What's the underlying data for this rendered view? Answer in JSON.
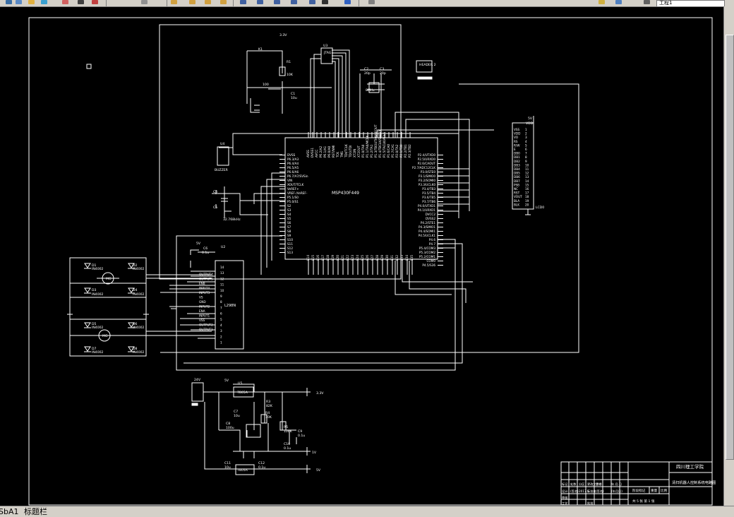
{
  "toolbar": {
    "layer_combo_value": "工程1",
    "icons": [
      "open-icon",
      "save-icon",
      "print-icon",
      "plot-icon",
      "cut-icon",
      "copy-icon",
      "paste-icon",
      "undo-icon",
      "redo-icon",
      "pan-icon",
      "zoom-icon",
      "zoom-window-icon",
      "zoom-prev-icon",
      "properties-icon",
      "design-center-icon",
      "tool-palette-icon",
      "calculator-icon",
      "help-icon",
      "layer-icon",
      "layer-state-icon",
      "match-properties-icon"
    ]
  },
  "layout_tabs": {
    "prefix": "Sb",
    "tab_a1": "A1",
    "tab_title": "标题栏"
  },
  "drawing": {
    "mcu": {
      "name": "MSP430F449",
      "left_pins": [
        "DVSS",
        "P6.3/A3",
        "P6.4/A4",
        "P6.5/A5",
        "P6.6/A6",
        "P6.7/A7/SVSin",
        "VIN",
        "XOUT/TCLK",
        "VeREF+",
        "VREF-/VeREF-",
        "P5.1/S0",
        "P5.0/S1",
        "S2",
        "S3",
        "S4",
        "S5",
        "S6",
        "S7",
        "S8",
        "S9",
        "S10",
        "S11",
        "S12",
        "S13"
      ],
      "right_pins": [
        "P2.4/UTXD0",
        "P2.5/URXD0",
        "P2.6/CAOUT",
        "P2.7/ADC12CLK",
        "P3.0/STE0",
        "P3.1/SIMO0",
        "P3.2/SOMI0",
        "P3.3/UCLK0",
        "P3.4/TB3",
        "P3.5/TB4",
        "P3.6/TB5",
        "P3.7/TB6",
        "P4.0/UTXD1",
        "P4.1/URXD1",
        "DVCC2",
        "DVSS2",
        "P4.2/STE1",
        "P4.3/SIMO1",
        "P4.4/SOMI1",
        "P4.5/UCLK1",
        "P4.6",
        "P4.7",
        "P5.4/COM3",
        "P5.3/COM2",
        "P5.2/COM1",
        "COM0",
        "P4.5/S36"
      ],
      "top_pins": [
        "AVSS",
        "DVSS1",
        "AVCC",
        "P6.2/A2",
        "P6.1/A1",
        "P6.0/A0",
        "RST/NMI",
        "TCK",
        "TMS",
        "TDI/TCLK",
        "TDO/TDI",
        "XT2IN",
        "XT2OUT",
        "P1.0/TA0",
        "P1.1/TA0/MCLK",
        "P1.2/TA1",
        "P1.3/TBOUTH/SVSOUT",
        "P1.4/TBCLK/SMCLK",
        "P1.5/TACLK/ACLK",
        "P1.6/CA0",
        "P1.7/CA1",
        "P2.0/TA2",
        "P2.1/TB0",
        "P2.2/TB1",
        "P2.3/TB2"
      ],
      "bottom_pins": [
        "S14",
        "S15",
        "S16",
        "S17",
        "S18",
        "S19",
        "S20",
        "S21",
        "S22",
        "S23",
        "S24",
        "S25",
        "S26",
        "S27",
        "S28",
        "S29",
        "S30",
        "S31",
        "S32",
        "S33",
        "S34",
        "S35"
      ]
    },
    "driver": {
      "name": "L298N",
      "ref": "U2",
      "left_labels": [
        "OUTPUT4",
        "OUTPUT3",
        "ENB",
        "INPUT4",
        "INPUT3",
        "VS",
        "GND",
        "INPUT2",
        "ENA",
        "INPUT1",
        "VSS",
        "OUTPUT2",
        "OUTPUT1"
      ],
      "pin_numbers": [
        "14",
        "13",
        "12",
        "11",
        "10",
        "9",
        "8",
        "7",
        "6",
        "5",
        "4",
        "3",
        "2",
        "1"
      ]
    },
    "lcd": {
      "ref": "LCD0",
      "vdd": "5V",
      "vdd_label": "VDD",
      "pins": [
        "VSS",
        "VDD",
        "VO",
        "RS",
        "R/W",
        "E",
        "DB0",
        "DB1",
        "DB2",
        "DB3",
        "DB4",
        "DB5",
        "DB6",
        "DB7",
        "PSB",
        "NC",
        "RST",
        "VOUT",
        "BLA",
        "BLK"
      ],
      "numbers": [
        "1",
        "2",
        "3",
        "4",
        "5",
        "6",
        "7",
        "8",
        "9",
        "10",
        "11",
        "12",
        "13",
        "14",
        "15",
        "16",
        "17",
        "18",
        "19",
        "20"
      ]
    },
    "labels": {
      "v33_top": "3.3V",
      "k1": "K1",
      "r1": "R1",
      "r1_val": "10K",
      "r2_val": "100",
      "c1": "C1",
      "c1_val": "10u",
      "jtag": "JTAG",
      "u3": "U3",
      "c2": "C2",
      "c2_val": "20p",
      "c3": "C3",
      "c3_val": "20p",
      "crystal_hf": "8MHz",
      "header": "HEADER 2",
      "u4": "U4",
      "buzzer": "BUZZER",
      "c4": "C4",
      "c5": "C5",
      "crystal_lf": "32.768kHz",
      "v5_l298": "5V",
      "c6": "C6",
      "c6_val": "0.1u",
      "diodes": [
        "D1",
        "D2",
        "D3",
        "D4",
        "D5",
        "D6",
        "D7",
        "D8"
      ],
      "diode_part": "IN4002",
      "motor": "MG",
      "in_ps": "24V",
      "reg1": "U5",
      "reg1_part": "7805A",
      "reg2_part": "7805A",
      "c7": "C7",
      "c7_val": "10u",
      "c8": "C8",
      "c8_val": "100u",
      "r3": "R3",
      "r3_val": "82K",
      "r4": "R4",
      "r4_val": "10K",
      "r5": "R5",
      "r5_val": "100K",
      "c9": "C9",
      "c9_val": "0.1u",
      "c10": "C10",
      "c10_val": "0.1u",
      "c11": "C11",
      "c11_val": "10u",
      "c12": "C12",
      "c12_val": "0.1u",
      "out_33": "3.3V",
      "out_1v": "1V",
      "out_5v": "5V",
      "in_5v": "5V"
    },
    "title_block": {
      "school": "四川理工学院",
      "drawing_title": "清扫机器人控制系统电路图",
      "sheet_info": "共 5 张 第 1 张",
      "headers": [
        "标记",
        "处数",
        "分区",
        "更改文件号",
        "签名",
        "年.月.日"
      ],
      "row2": [
        "设计",
        "(签名)",
        "2017.5",
        "标准化",
        "(签名)",
        "(年月日)"
      ],
      "row3": [
        "审核",
        "",
        "",
        "",
        "",
        ""
      ],
      "row4": [
        "工艺",
        "",
        "",
        "批准",
        "",
        ""
      ],
      "stage_label": "阶段标记",
      "weight_label": "重量",
      "scale_label": "比例"
    }
  }
}
